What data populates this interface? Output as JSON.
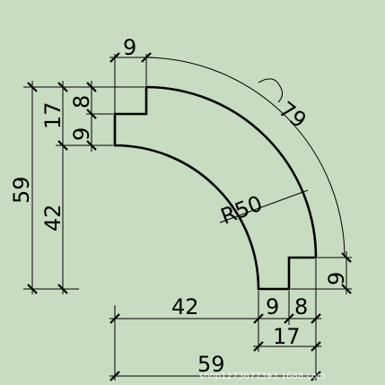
{
  "dimensions": {
    "left_total": "59",
    "left_lower": "42",
    "left_upper": "17",
    "left_step_top": "8",
    "left_step_bottom": "9",
    "top_width": "9",
    "arc_length": "79",
    "radius": "R50",
    "right_end": "9",
    "bottom_lower": "42",
    "bottom_step_left": "9",
    "bottom_step_right": "8",
    "bottom_upper": "17",
    "bottom_total": "59"
  },
  "watermark": "shop1273677393.1688.com",
  "colors": {
    "background": "#c7dcc0",
    "line": "#000000"
  }
}
